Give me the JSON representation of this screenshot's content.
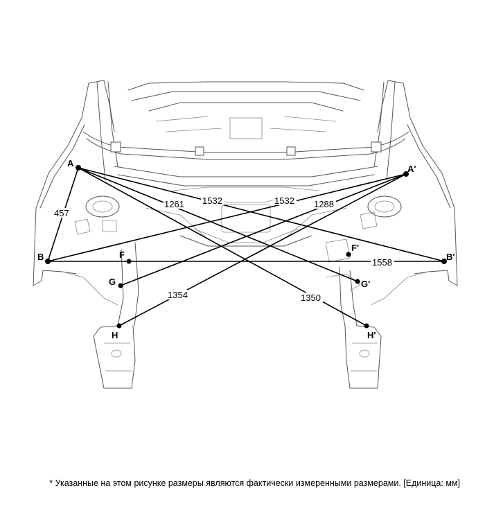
{
  "points": {
    "A": "A",
    "A_prime": "A'",
    "B": "B",
    "B_prime": "B'",
    "F": "F",
    "F_prime": "F'",
    "G": "G",
    "G_prime": "G'",
    "H": "H",
    "H_prime": "H'"
  },
  "dimensions": {
    "A_B": "457",
    "A_Gp": "1261",
    "A_Bp": "1532",
    "Ap_B": "1532",
    "Ap_G": "1288",
    "Ap_H": "1354",
    "A_Hp": "1350",
    "B_Bp": "1558"
  },
  "footnote": "* Указанные на этом рисунке размеры являются фактически измеренными размерами. [Единица: мм]"
}
